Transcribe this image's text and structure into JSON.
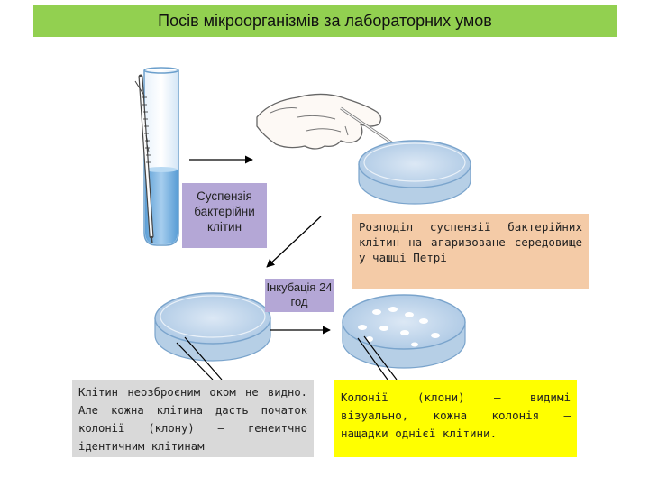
{
  "title": "Посів мікроорганізмів за лабораторних умов",
  "labels": {
    "suspension": "Суспензія бактерійни клітин",
    "incubation": "Інкубація 24 год",
    "spread": "Розподіл суспензії бактерійних клітин на агаризоване середовище у чашці Петрі",
    "cells": "Клітин неозброєним оком не видно. Але кожна клітина дасть початок колонії (клону) – генеитчно ідентичним клітинам",
    "colonies": "Колонії (клони) – видимі візуально, кожна колонія – нащадки однієї клітини."
  },
  "colors": {
    "title_bg": "#92d050",
    "label_purple": "#b4a7d6",
    "label_peach": "#f4cba7",
    "label_gray": "#d9d9d9",
    "label_yellow": "#ffff00",
    "liquid": "#7fb7e0",
    "agar": "#c9dcef"
  },
  "icons": [
    "test-tube-pipette",
    "hand-with-spreader",
    "petri-dish",
    "petri-dish-with-colonies",
    "arrow"
  ]
}
